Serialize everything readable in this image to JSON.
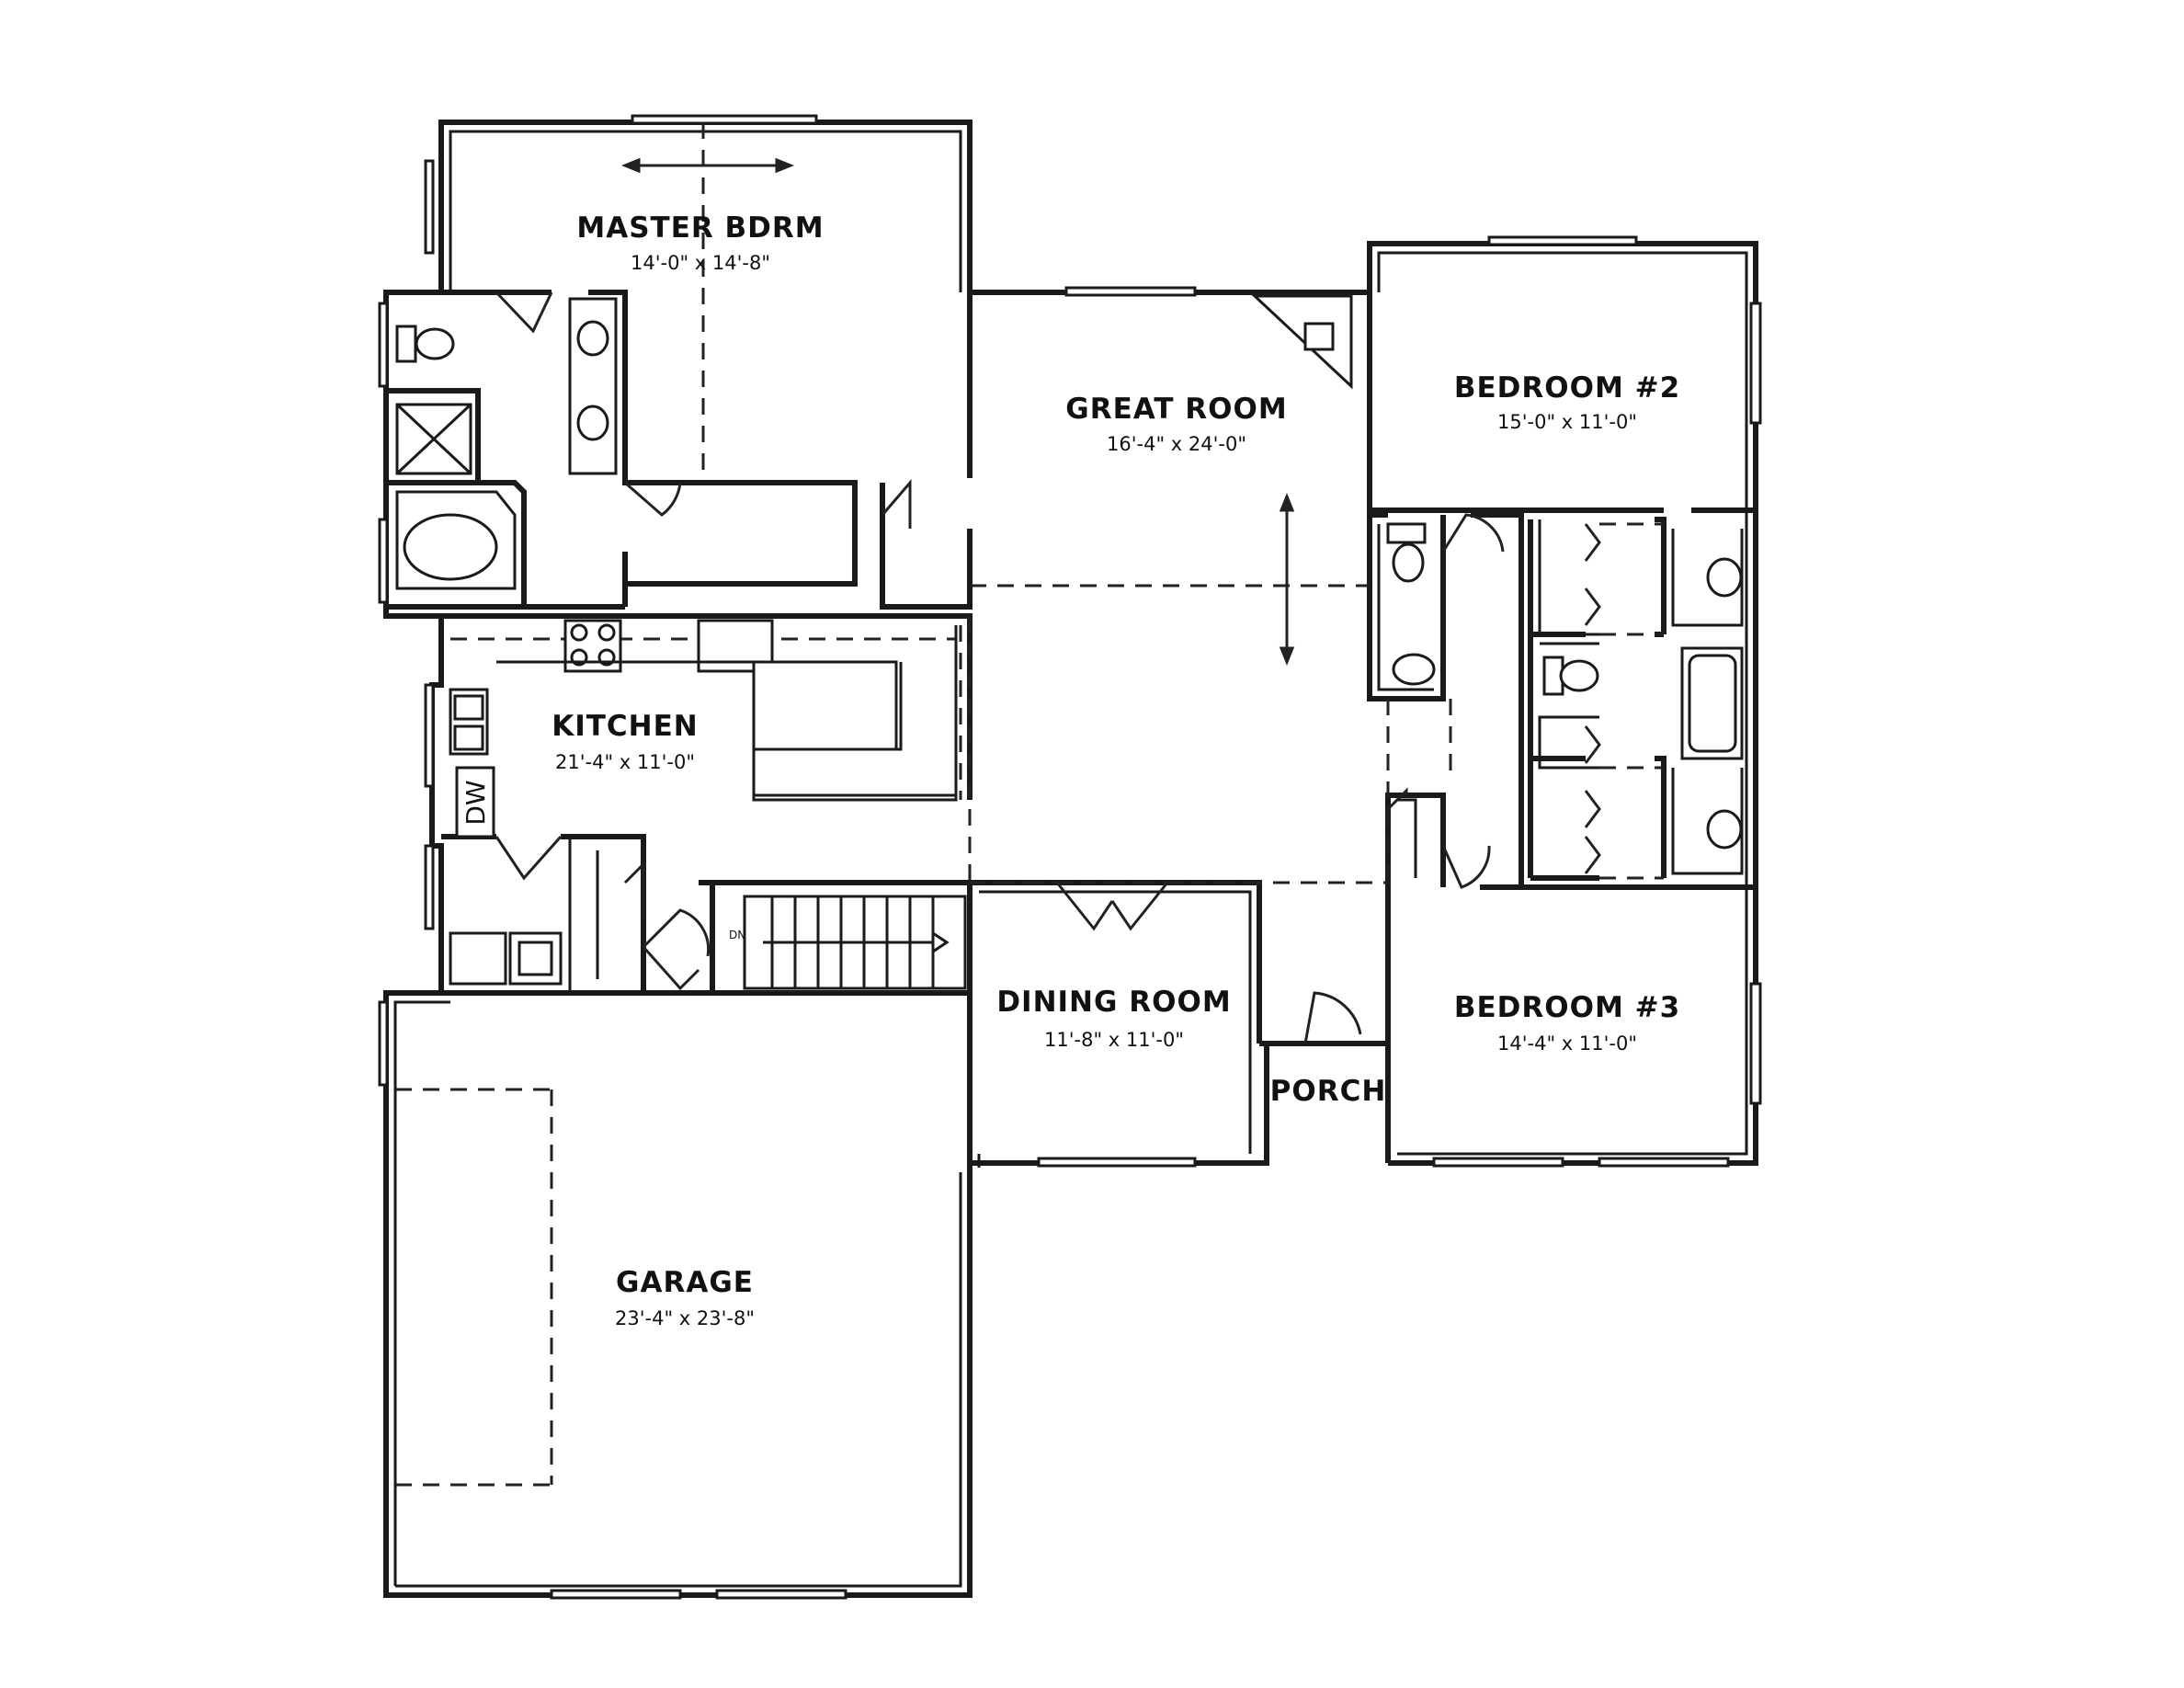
{
  "rooms": {
    "master": {
      "name": "MASTER BDRM",
      "dim": "14'-0\" x 14'-8\""
    },
    "great": {
      "name": "GREAT ROOM",
      "dim": "16'-4\" x 24'-0\""
    },
    "bed2": {
      "name": "BEDROOM #2",
      "dim": "15'-0\" x 11'-0\""
    },
    "kitchen": {
      "name": "KITCHEN",
      "dim": "21'-4\" x 11'-0\""
    },
    "dining": {
      "name": "DINING ROOM",
      "dim": "11'-8\" x 11'-0\""
    },
    "porch": {
      "name": "PORCH"
    },
    "bed3": {
      "name": "BEDROOM #3",
      "dim": "14'-4\" x 11'-0\""
    },
    "garage": {
      "name": "GARAGE",
      "dim": "23'-4\" x 23'-8\""
    }
  },
  "labels": {
    "dishwasher": "DW",
    "stairs": "DN"
  }
}
